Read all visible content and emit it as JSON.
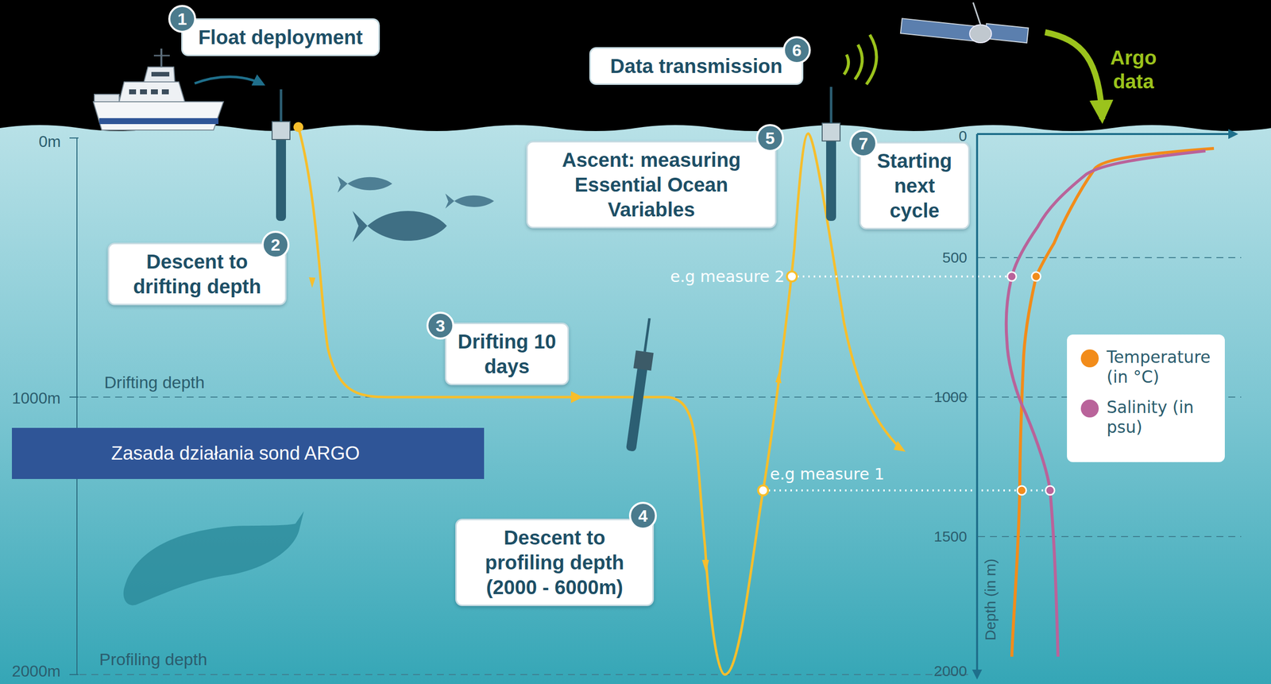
{
  "diagram": {
    "nodes": [
      {
        "text": [
          "Float deployment"
        ]
      },
      {
        "text": [
          "Descent to drifting depth"
        ]
      },
      {
        "text": [
          "Drifting 10 days"
        ]
      },
      {
        "text": [
          "Descent to profiling depth (2000 - 6000m)"
        ]
      },
      {
        "text": [
          "Ascent: measuring Essential Ocean Variables"
        ]
      },
      {
        "text": [
          "Data transmission"
        ]
      },
      {
        "text": [
          "Starting next cycle"
        ]
      },
      {
        "text": [
          "Zasada działania sond ARGO"
        ]
      }
    ],
    "labels": [
      "1",
      "2",
      "3",
      "4",
      "5",
      "6",
      "7",
      "0m",
      "Drifting depth",
      "1000m",
      "Profiling depth",
      "2000m",
      "e.g measure 2",
      "e.g measure 1",
      "Argo data",
      "0",
      "500",
      "1000",
      "1500",
      "2000",
      "Depth (in m)"
    ],
    "legend": [
      {
        "text": "Temperature (in °C)",
        "color": "#f28c1a"
      },
      {
        "text": "Salinity (in psu)",
        "color": "#b9639a"
      }
    ]
  }
}
